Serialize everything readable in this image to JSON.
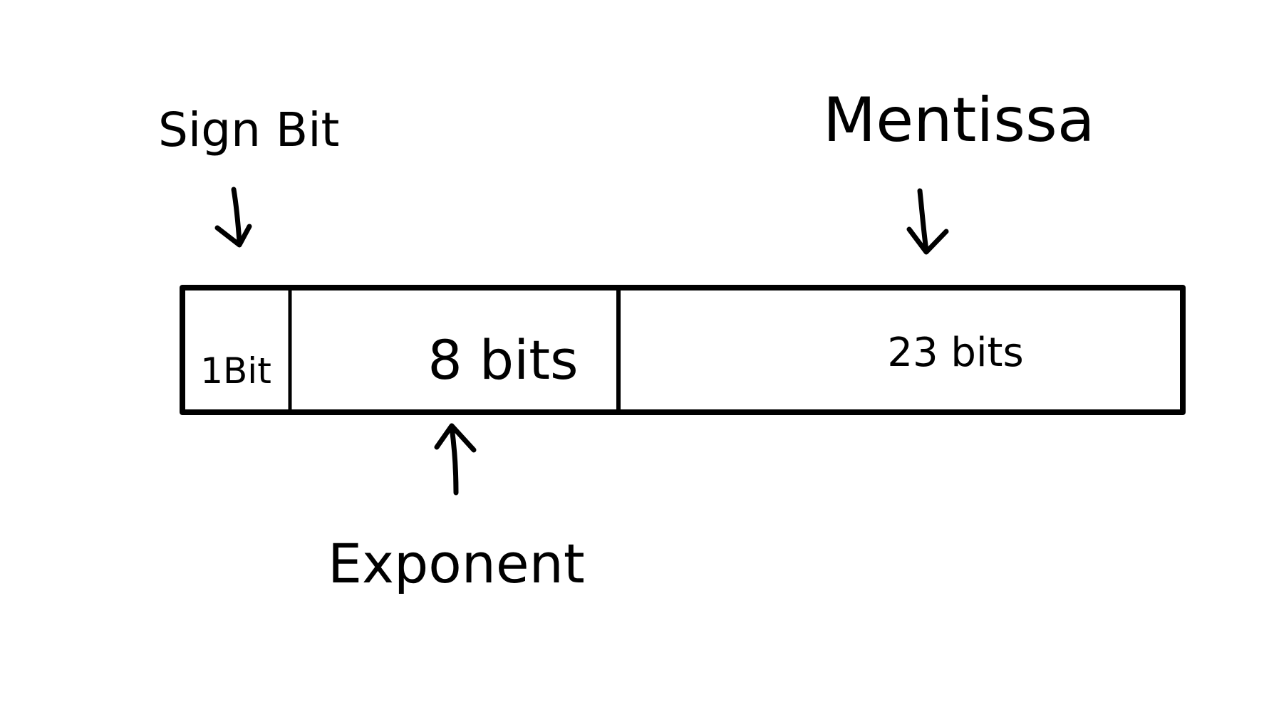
{
  "labels": {
    "sign": "Sign Bit",
    "mantissa": "Mentissa",
    "exponent": "Exponent"
  },
  "fields": [
    {
      "id": "sign",
      "text": "1Bit"
    },
    {
      "id": "exponent",
      "text": "8 bits"
    },
    {
      "id": "mantissa",
      "text": "23 bits"
    }
  ],
  "colors": {
    "ink": "#000000",
    "background": "#ffffff"
  }
}
